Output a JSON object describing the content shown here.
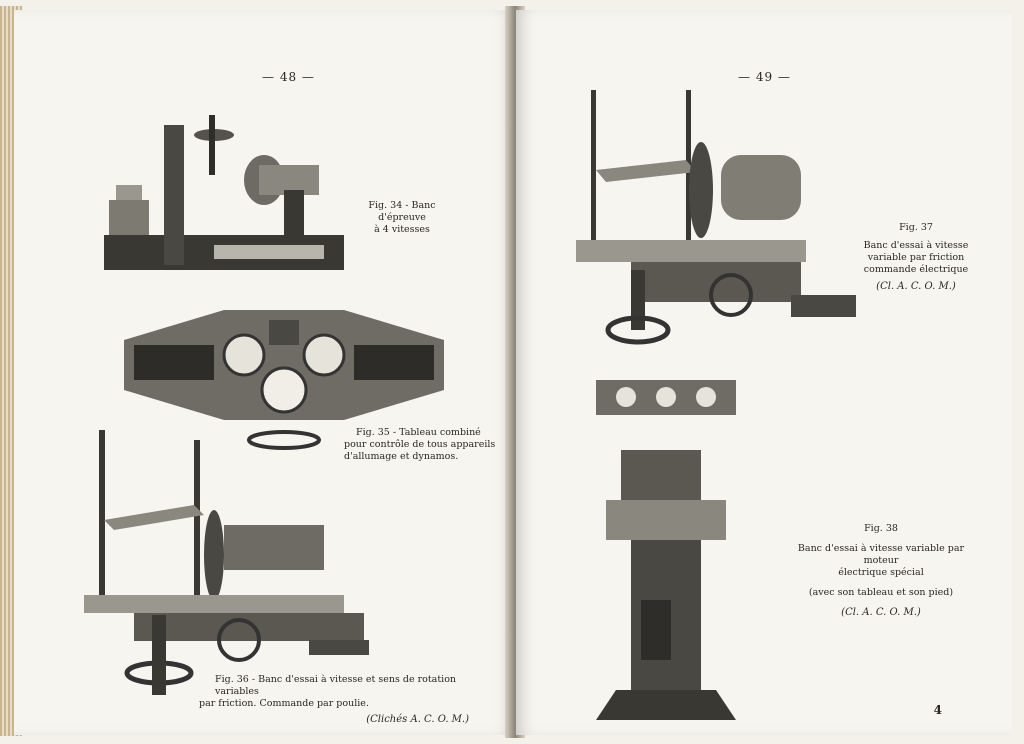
{
  "left_page": {
    "number": "— 48 —",
    "fig34": {
      "caption": "Fig. 34 - Banc d'épreuve",
      "caption2": "à 4 vitesses"
    },
    "fig35": {
      "line1": "Fig. 35 - Tableau combiné",
      "line2": "pour contrôle de tous appareils",
      "line3": "d'allumage et dynamos."
    },
    "fig36": {
      "line1": "Fig. 36 - Banc d'essai à vitesse et sens de rotation variables",
      "line2": "par friction. Commande par poulie.",
      "credit": "(Clichés A. C. O. M.)"
    }
  },
  "right_page": {
    "number": "— 49 —",
    "fig37": {
      "label": "Fig. 37",
      "line1": "Banc d'essai à vitesse",
      "line2": "variable par friction",
      "line3": "commande électrique",
      "credit": "(Cl. A. C. O. M.)"
    },
    "fig38": {
      "label": "Fig. 38",
      "line1": "Banc d'essai à vitesse variable par moteur",
      "line2": "électrique spécial",
      "line3": "(avec son tableau et son pied)",
      "credit": "(Cl. A. C. O. M.)"
    },
    "corner_mark": "4"
  },
  "colors": {
    "paper": "#f7f5f0",
    "ink": "#2a2620",
    "metal_dark": "#3a3833",
    "metal_mid": "#7d7a72",
    "metal_light": "#c9c6be"
  }
}
